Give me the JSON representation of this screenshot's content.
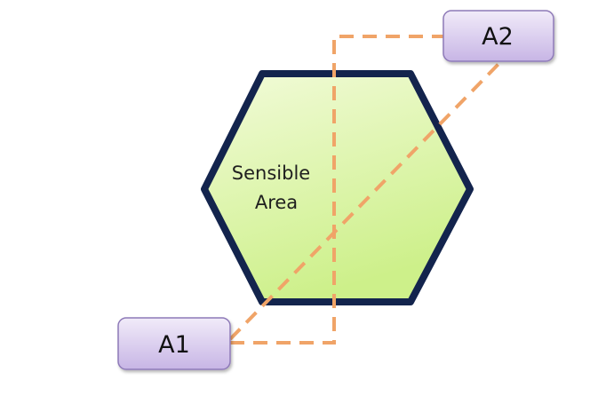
{
  "diagram": {
    "region": {
      "label_line1": "Sensible",
      "label_line2": "Area",
      "fill_top": "#f2fbd9",
      "fill_bottom": "#cdf08a",
      "border_color": "#13244d"
    },
    "nodes": {
      "a1": {
        "label": "A1"
      },
      "a2": {
        "label": "A2"
      },
      "fill_top": "#f1ebf9",
      "fill_bottom": "#c7b5e5",
      "border_color": "#8e7ab8"
    },
    "path_color": "#f0a468",
    "paths": [
      {
        "from": "A1",
        "to": "A2",
        "style": "dashed-diagonal"
      },
      {
        "from": "A1",
        "to": "A2",
        "style": "dashed-orthogonal"
      }
    ]
  }
}
